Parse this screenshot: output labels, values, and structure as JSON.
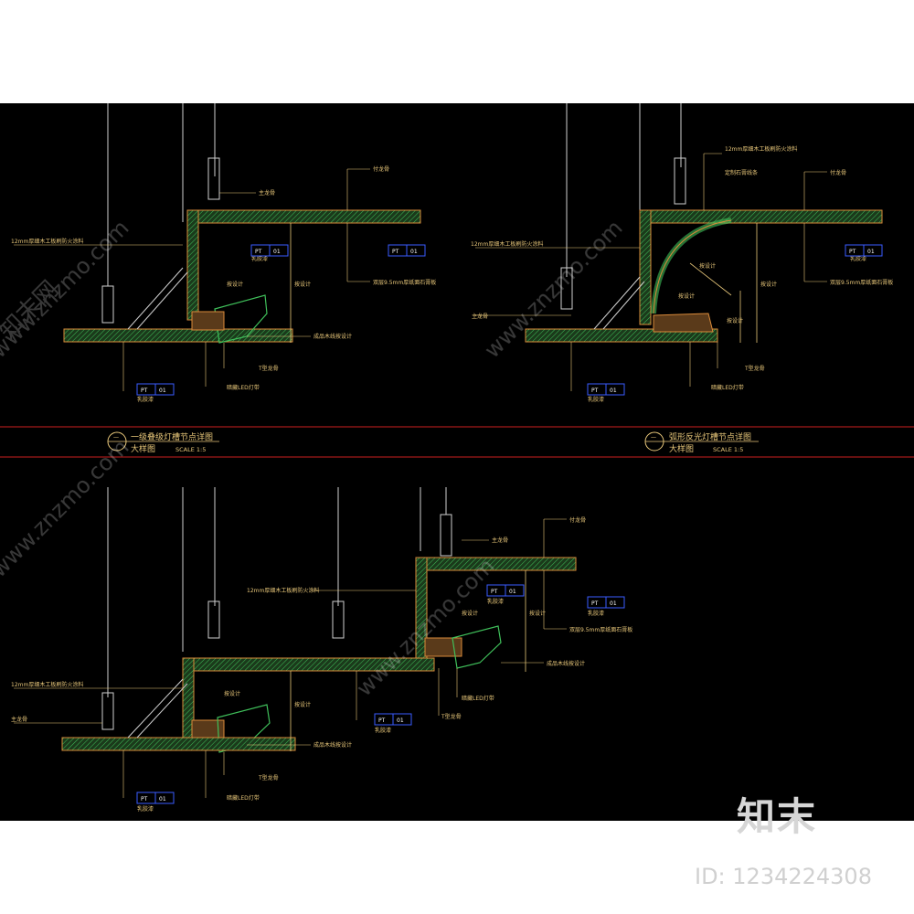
{
  "details": [
    {
      "title_primary": "一级叠级灯槽节点详图",
      "title_secondary": "大样图",
      "scale": "SCALE 1:5",
      "number": "一",
      "labels": {
        "keel_main": "主龙骨",
        "keel_wood": "付龙骨",
        "board_fire": "12mm厚细木工板刷防火涂料",
        "board_gypsum": "双层9.5mm厚纸面石膏板",
        "led": "按设计",
        "height": "按设计",
        "trim": "成品木线按设计",
        "tbar": "T型龙骨",
        "light": "暗藏LED灯带",
        "finish": "乳胶漆"
      },
      "tags": {
        "pt": "PT",
        "code": "01"
      }
    },
    {
      "title_primary": "弧形反光灯槽节点详图",
      "title_secondary": "大样图",
      "scale": "SCALE 1:5",
      "number": "一",
      "labels": {
        "keel_main": "主龙骨",
        "keel_wood": "付龙骨",
        "board_fire": "12mm厚细木工板刷防火涂料",
        "board_gypsum": "双层9.5mm厚纸面石膏板",
        "top_board": "12mm厚细木工板刷防火涂料",
        "arc_board": "定制石膏线条",
        "radius": "按设计",
        "led": "按设计",
        "height": "按设计",
        "height2": "按设计",
        "tbar": "T型龙骨",
        "light": "暗藏LED灯带",
        "finish": "乳胶漆"
      },
      "tags": {
        "pt": "PT",
        "code": "01"
      }
    },
    {
      "labels": {
        "keel_main": "主龙骨",
        "keel_wood": "付龙骨",
        "board_fire": "12mm厚细木工板刷防火涂料",
        "board_fire2": "12mm厚细木工板刷防火涂料",
        "board_gypsum": "双层9.5mm厚纸面石膏板",
        "led": "按设计",
        "led2": "按设计",
        "height": "按设计",
        "height2": "按设计",
        "trim": "成品木线按设计",
        "trim2": "成品木线按设计",
        "tbar": "T型龙骨",
        "tbar2": "T型龙骨",
        "light": "暗藏LED灯带",
        "light2": "暗藏LED灯带",
        "finish": "乳胶漆",
        "finish2": "乳胶漆"
      },
      "tags": {
        "pt": "PT",
        "code": "01"
      }
    }
  ],
  "watermark": {
    "brand": "知末",
    "id": "ID: 1234224308",
    "url": "www.znzmo.com",
    "site": "知末网"
  },
  "colors": {
    "background": "#000000",
    "label": "#e8c77a",
    "section_line": "#cc2020",
    "tag_box": "#3a5cff",
    "hatch_green": "#3fbf5a",
    "board_orange": "#d98a3a"
  }
}
